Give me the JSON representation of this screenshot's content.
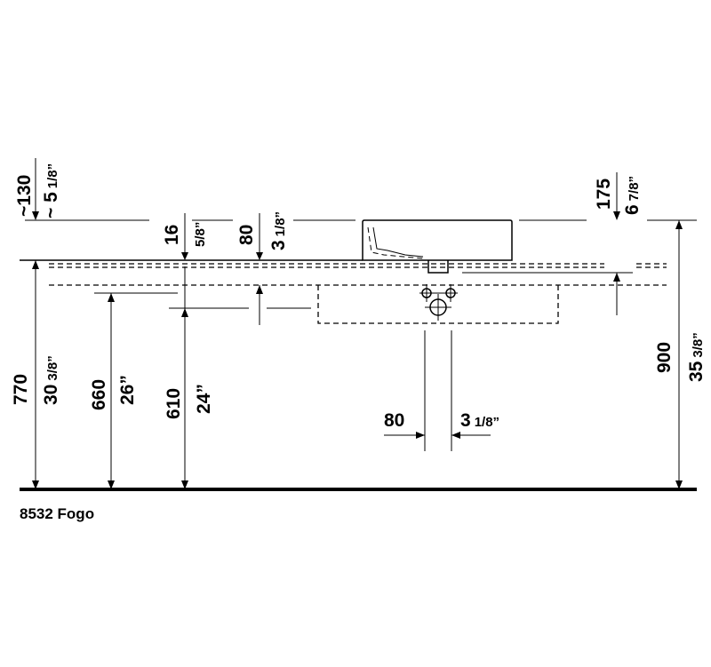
{
  "model_label": "8532 Fogo",
  "dimensions": {
    "d130_mm": "~130",
    "d130_in_whole": "~ 5",
    "d130_in_frac": "1/8”",
    "d16_mm": "16",
    "d16_in": "5/8”",
    "d80_top_mm": "80",
    "d80_top_in_whole": "3",
    "d80_top_in_frac": "1/8”",
    "d175_mm": "175",
    "d175_in_whole": "6",
    "d175_in_frac": "7/8”",
    "d770_mm": "770",
    "d770_in_whole": "30",
    "d770_in_frac": "3/8”",
    "d660_mm": "660",
    "d660_in": "26”",
    "d610_mm": "610",
    "d610_in": "24”",
    "d900_mm": "900",
    "d900_in_whole": "35",
    "d900_in_frac": "3/8”",
    "d80_bottom_mm": "80",
    "d80_bottom_in_whole": "3",
    "d80_bottom_in_frac": "1/8”"
  }
}
